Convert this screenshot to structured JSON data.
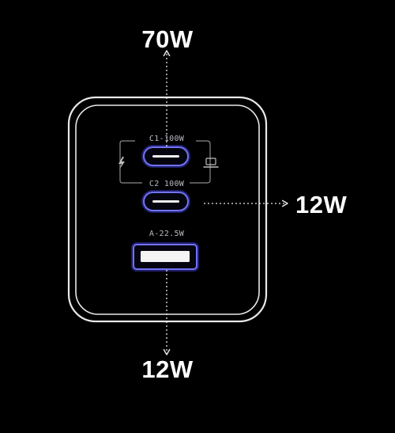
{
  "outputs": {
    "top_power": "70W",
    "right_power": "12W",
    "bottom_power": "12W"
  },
  "ports": {
    "c1_label": "C1-100W",
    "c2_label": "C2 100W",
    "a_label": "A-22.5W"
  },
  "colors": {
    "background": "#000000",
    "outline": "#e8e8e8",
    "port_ring": "#6f6ff0",
    "port_glow": "#2d2d9a",
    "text": "#ffffff",
    "muted": "#8a8a8a"
  },
  "icons": {
    "lightning": "lightning-icon",
    "laptop": "laptop-icon"
  }
}
